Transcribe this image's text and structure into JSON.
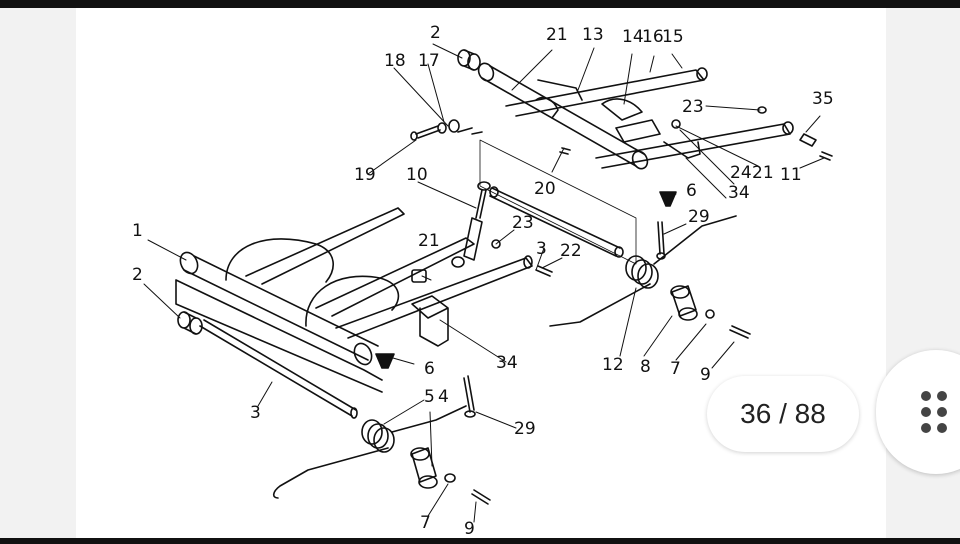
{
  "viewer": {
    "page_indicator": "36 / 88",
    "menu_icon": "grip-dots-icon"
  },
  "diagram": {
    "part_labels": [
      "1",
      "2",
      "2",
      "3",
      "3",
      "5",
      "4",
      "6",
      "6",
      "7",
      "7",
      "8",
      "9",
      "9",
      "10",
      "11",
      "12",
      "13",
      "14",
      "15",
      "16",
      "17",
      "18",
      "19",
      "20",
      "21",
      "21",
      "21",
      "22",
      "23",
      "23",
      "24",
      "29",
      "29",
      "34",
      "34",
      "35"
    ]
  }
}
